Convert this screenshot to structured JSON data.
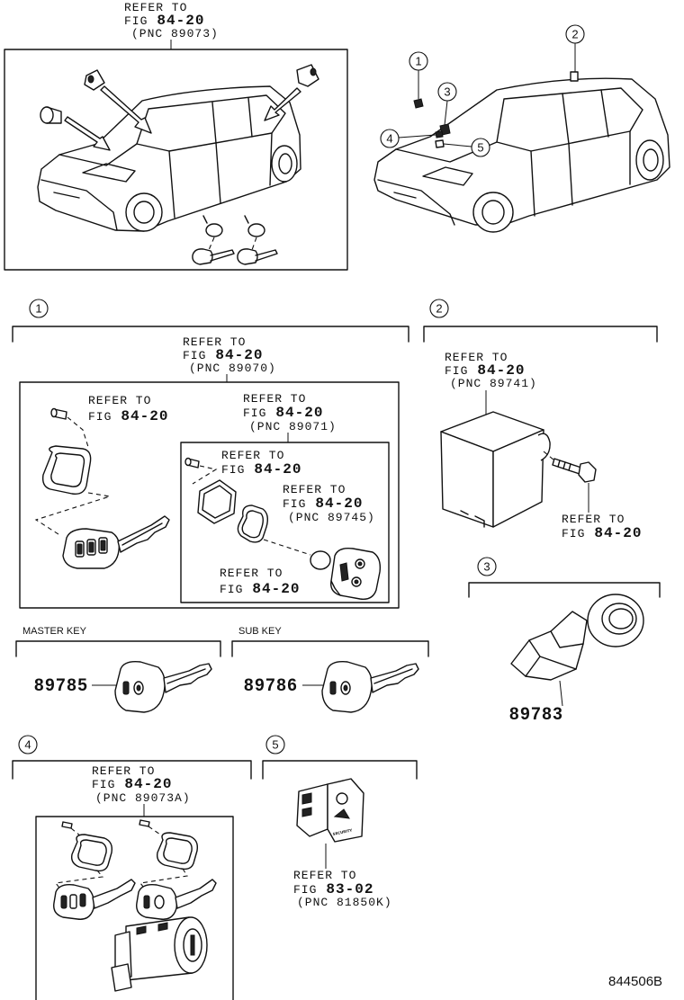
{
  "diagram_code": "844506B",
  "overview": {
    "refer": {
      "label": "REFER TO",
      "fig_prefix": "FIG",
      "fig": "84-20",
      "pnc": "(PNC 89073)"
    },
    "callouts": [
      "1",
      "2",
      "3",
      "4",
      "5"
    ]
  },
  "section_1": {
    "number": "1",
    "refer_kit": {
      "label": "REFER TO",
      "fig_prefix": "FIG",
      "fig": "84-20",
      "pnc": "(PNC 89070)"
    },
    "refer_a": {
      "label": "REFER TO",
      "fig_prefix": "FIG",
      "fig": "84-20"
    },
    "refer_b": {
      "label": "REFER TO",
      "fig_prefix": "FIG",
      "fig": "84-20",
      "pnc": "(PNC 89071)"
    },
    "refer_c": {
      "label": "REFER TO",
      "fig_prefix": "FIG",
      "fig": "84-20"
    },
    "refer_d": {
      "label": "REFER TO",
      "fig_prefix": "FIG",
      "fig": "84-20",
      "pnc": "(PNC 89745)"
    },
    "refer_e": {
      "label": "REFER TO",
      "fig_prefix": "FIG",
      "fig": "84-20"
    }
  },
  "section_2": {
    "number": "2",
    "refer_a": {
      "label": "REFER TO",
      "fig_prefix": "FIG",
      "fig": "84-20",
      "pnc": "(PNC 89741)"
    },
    "refer_b": {
      "label": "REFER TO",
      "fig_prefix": "FIG",
      "fig": "84-20"
    }
  },
  "section_3": {
    "number": "3",
    "part_number": "89783"
  },
  "master_key": {
    "label": "MASTER KEY",
    "part_number": "89785"
  },
  "sub_key": {
    "label": "SUB KEY",
    "part_number": "89786"
  },
  "section_4": {
    "number": "4",
    "refer": {
      "label": "REFER TO",
      "fig_prefix": "FIG",
      "fig": "84-20",
      "pnc": "(PNC 89073A)"
    }
  },
  "section_5": {
    "number": "5",
    "refer": {
      "label": "REFER TO",
      "fig_prefix": "FIG",
      "fig": "83-02",
      "pnc": "(PNC 81850K)"
    },
    "switch_marking": "SECURITY"
  }
}
